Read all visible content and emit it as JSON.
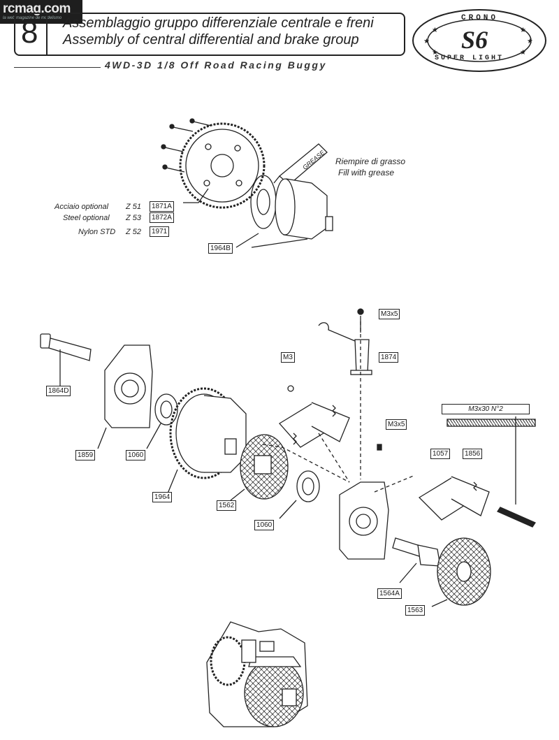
{
  "watermark": {
    "logo": "rcmag.com",
    "tagline": "la web magazine de modelismo"
  },
  "header": {
    "step": "8",
    "title_it": "Assemblaggio gruppo differenziale centrale e freni",
    "title_en": "Assembly of central differential and brake group",
    "subtitle": "4WD-3D 1/8 Off Road Racing Buggy"
  },
  "badge": {
    "top": "CRONO",
    "middle": "S6",
    "bottom": "SUPER LIGHT"
  },
  "top_assembly": {
    "grease_tube": "GREASE",
    "note_it": "Riempire di grasso",
    "note_en": "Fill with grease",
    "gear_options": [
      {
        "material": "Acciaio optional",
        "z": "Z 51",
        "code": "1871A"
      },
      {
        "material": "Steel optional",
        "z": "Z 53",
        "code": "1872A"
      },
      {
        "material": "Nylon STD",
        "z": "Z 52",
        "code": "1971"
      }
    ],
    "case_code": "1964B"
  },
  "parts": {
    "m3x5_a": "M3x5",
    "p1874": "1874",
    "m3": "M3",
    "m3x30": "M3x30  N°2",
    "p1864d": "1864D",
    "p1859": "1859",
    "p1060a": "1060",
    "p1964": "1964",
    "p1562": "1562",
    "p1060b": "1060",
    "m3x5_b": "M3x5",
    "p1057": "1057",
    "p1856": "1856",
    "p1564a": "1564A",
    "p1563": "1563"
  }
}
